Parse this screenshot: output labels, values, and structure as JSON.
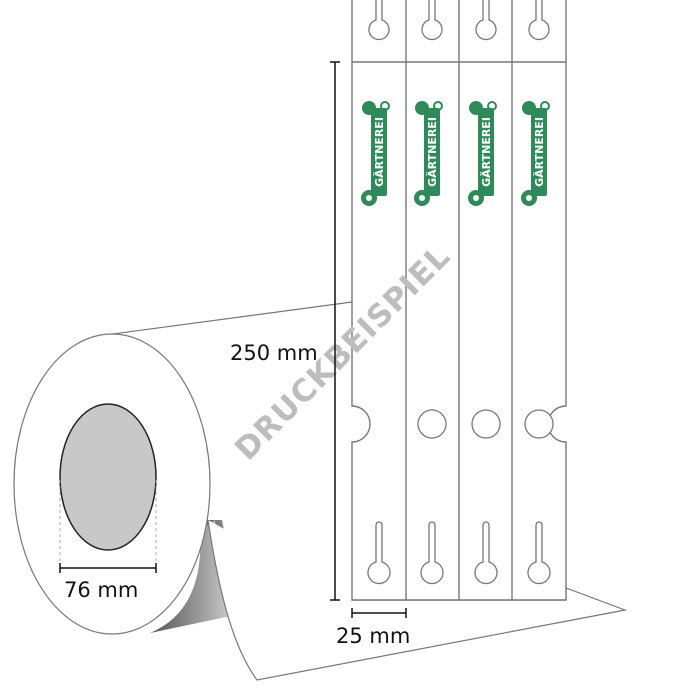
{
  "dimensions": {
    "length": "250 mm",
    "width": "25 mm",
    "core": "76 mm"
  },
  "watermark": "DRUCKBEISPIEL",
  "logo": {
    "text": "GÄRTNEREI",
    "color": "#2e8a58"
  },
  "colors": {
    "core_fill": "#c8c8c8",
    "outline": "#777777",
    "watermark": "#bdbdbd"
  }
}
